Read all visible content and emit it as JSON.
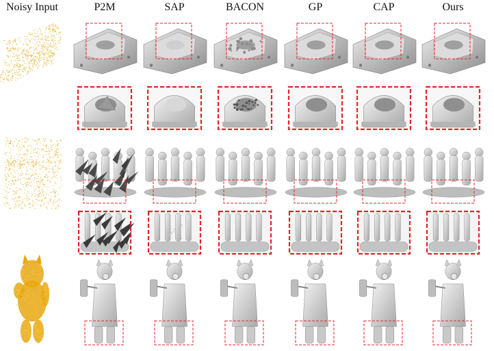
{
  "figure": {
    "columns": [
      {
        "key": "input",
        "label": "Noisy Input"
      },
      {
        "key": "p2m",
        "label": "P2M"
      },
      {
        "key": "sap",
        "label": "SAP"
      },
      {
        "key": "bacon",
        "label": "BACON"
      },
      {
        "key": "gp",
        "label": "GP"
      },
      {
        "key": "cap",
        "label": "CAP"
      },
      {
        "key": "ours",
        "label": "Ours"
      }
    ],
    "rows": [
      {
        "key": "object-1",
        "has_zoom": true
      },
      {
        "key": "object-2",
        "has_zoom": true
      },
      {
        "key": "object-3",
        "has_zoom": false
      }
    ],
    "colors": {
      "highlight": "#e0262b",
      "mesh": "#c9c9c9",
      "mesh_dark": "#8e8e8e",
      "mesh_light": "#ececec",
      "points": "#e3b431",
      "points_dense": "#e8a70f",
      "damage": "#3a3a3a"
    }
  }
}
